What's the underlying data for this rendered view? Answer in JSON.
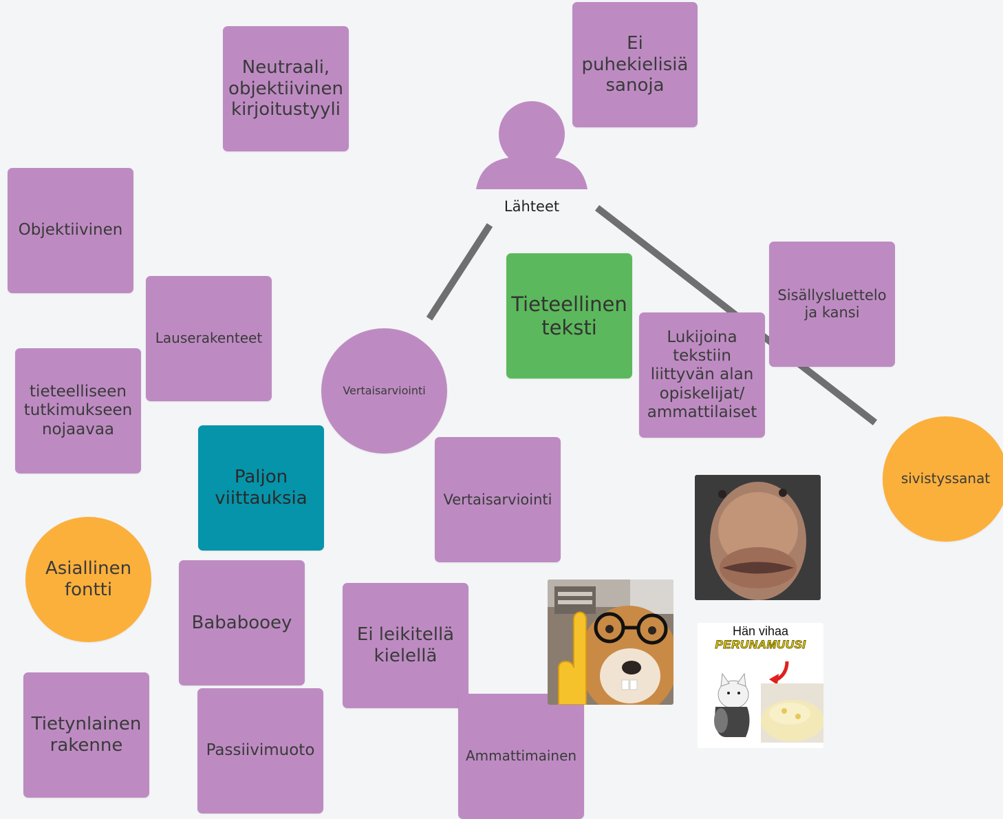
{
  "person": {
    "label": "Lähteet"
  },
  "notes": {
    "neutraali": "Neutraali, objektiivinen kirjoitustyyli",
    "ei_puhekielisia": "Ei puhekielisiä sanoja",
    "objektiivinen": "Objektiivinen",
    "lauserakenteet": "Lauserakenteet",
    "tieteelliseen": "tieteelliseen tutkimukseen nojaavaa",
    "vertaisarviointi_circle": "Vertaisarviointi",
    "tieteellinen_teksti": "Tieteellinen teksti",
    "lukijoina": "Lukijoina tekstiin liittyvän alan opiskelijat/ ammattilaiset",
    "sisallysluettelo": "Sisällysluettelo ja kansi",
    "sivistyssanat": "sivistyssanat",
    "paljon_viittauksia": "Paljon viittauksia",
    "vertaisarviointi_box": "Vertaisarviointi",
    "asiallinen_fontti": "Asiallinen fontti",
    "bababooey": "Bababooey",
    "ei_leikitella": "Ei leikitellä kielellä",
    "tietynlainen": "Tietynlainen rakenne",
    "passiivimuoto": "Passiivimuoto",
    "ammattimainen": "Ammattimainen"
  },
  "meme": {
    "line1": "Hän vihaa",
    "line2": "PERUNAMUUSI"
  },
  "colors": {
    "purple": "#bd8bc2",
    "green": "#5cb85c",
    "teal": "#0694aa",
    "orange": "#fbb03b",
    "connector": "#6f6f6f",
    "background": "#f4f5f7"
  }
}
